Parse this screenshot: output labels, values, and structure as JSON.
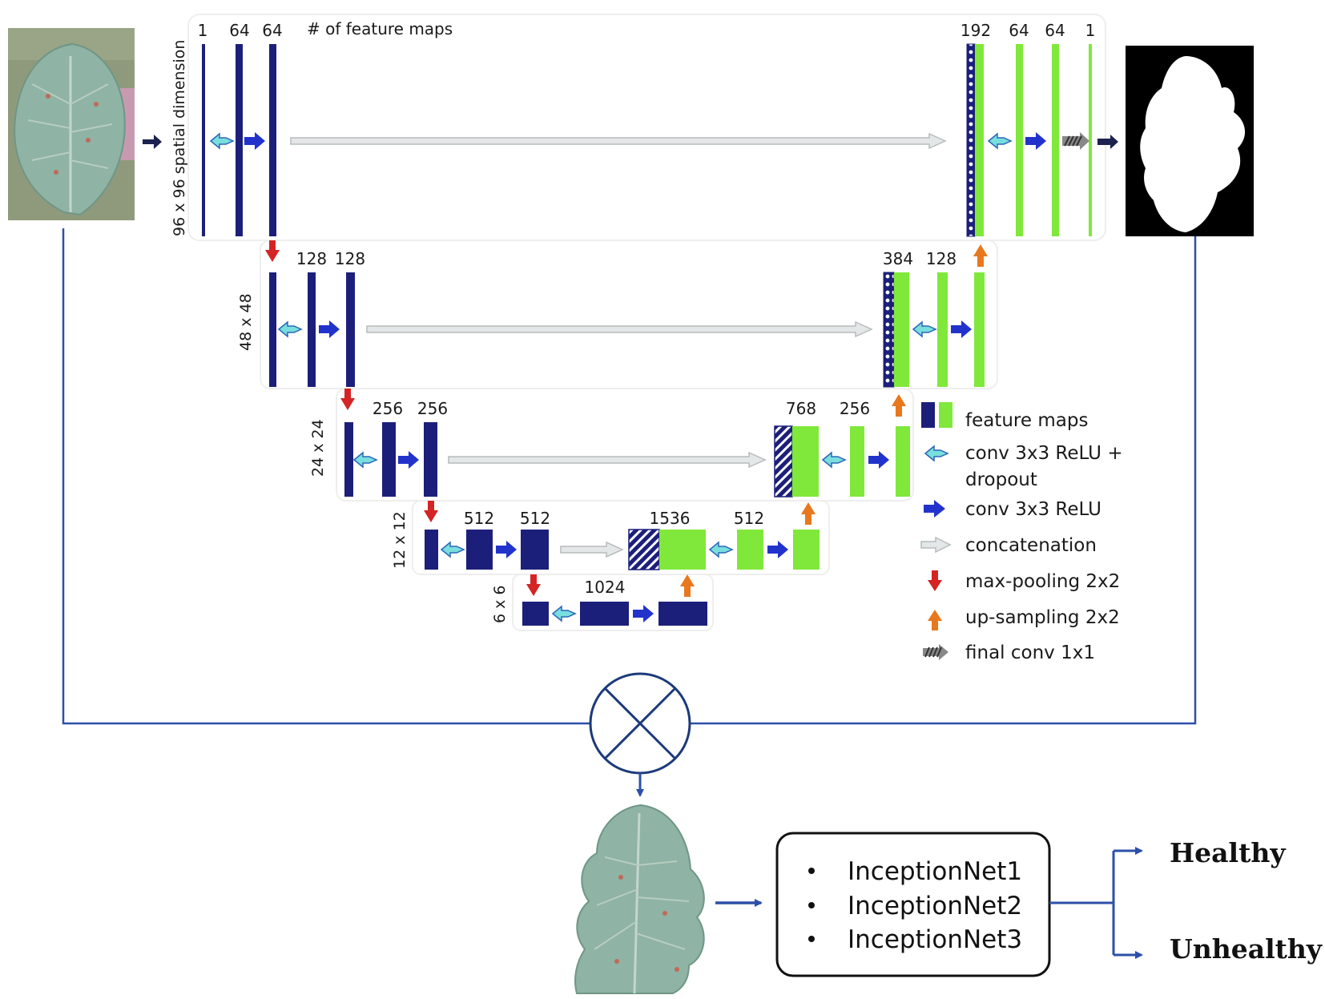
{
  "unet": {
    "header_text": "# of feature maps",
    "dims": {
      "level1": "96 x 96 spatial dimension",
      "level2": "48 x 48",
      "level3": "24 x 24",
      "level4": "12 x 12",
      "level5": "6 x 6"
    },
    "enc_counts": {
      "l1": [
        "1",
        "64",
        "64"
      ],
      "l2": [
        "128",
        "128"
      ],
      "l3": [
        "256",
        "256"
      ],
      "l4": [
        "512",
        "512"
      ],
      "l5": [
        "1024"
      ]
    },
    "dec_counts": {
      "l1": [
        "192",
        "64",
        "64",
        "1"
      ],
      "l2": [
        "384",
        "128"
      ],
      "l3": [
        "768",
        "256"
      ],
      "l4": [
        "1536",
        "512"
      ]
    }
  },
  "legend": {
    "feature_maps": "feature maps",
    "conv_dropout_1": "conv 3x3 ReLU +",
    "conv_dropout_2": "dropout",
    "conv_relu": "conv 3x3 ReLU",
    "concatenation": "concatenation",
    "max_pooling": "max-pooling 2x2",
    "up_sampling": "up-sampling 2x2",
    "final_conv": "final conv 1x1"
  },
  "classifier": {
    "models": [
      "InceptionNet1",
      "InceptionNet2",
      "InceptionNet3"
    ]
  },
  "outputs": {
    "healthy": "Healthy",
    "unhealthy": "Unhealthy"
  },
  "colors": {
    "encoder_blue": "#1c1f7a",
    "decoder_green": "#80e83a",
    "skip_gray": "#d7dcdc",
    "pool_red": "#d42424",
    "upsample_orange": "#e8781e",
    "conv_cyan": "#79dede",
    "conv_blue": "#2233cc",
    "flow_blue": "#2c4fa8"
  }
}
